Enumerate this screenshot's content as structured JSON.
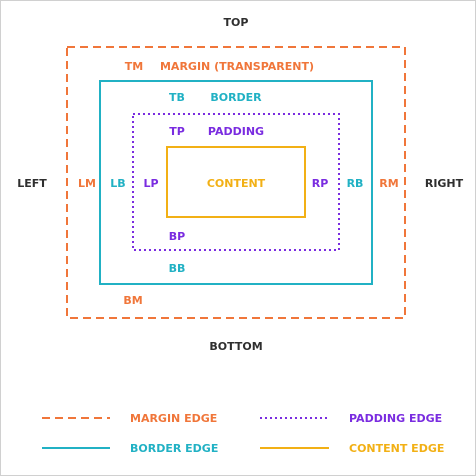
{
  "colors": {
    "margin": "#f0763a",
    "border": "#21b1c4",
    "padding": "#7a2ce0",
    "content": "#f2b015",
    "side": "#2f2f2f"
  },
  "sides": {
    "top": "TOP",
    "bottom": "BOTTOM",
    "left": "LEFT",
    "right": "RIGHT"
  },
  "margin": {
    "title": "MARGIN (TRANSPARENT)",
    "top": "TM",
    "bottom": "BM",
    "left": "LM",
    "right": "RM"
  },
  "border": {
    "title": "BORDER",
    "top": "TB",
    "bottom": "BB",
    "left": "LB",
    "right": "RB"
  },
  "padding": {
    "title": "PADDING",
    "top": "TP",
    "bottom": "BP",
    "left": "LP",
    "right": "RP"
  },
  "content": {
    "title": "CONTENT"
  },
  "legend": {
    "margin_edge": "MARGIN EDGE",
    "padding_edge": "PADDING EDGE",
    "border_edge": "BORDER EDGE",
    "content_edge": "CONTENT EDGE"
  }
}
